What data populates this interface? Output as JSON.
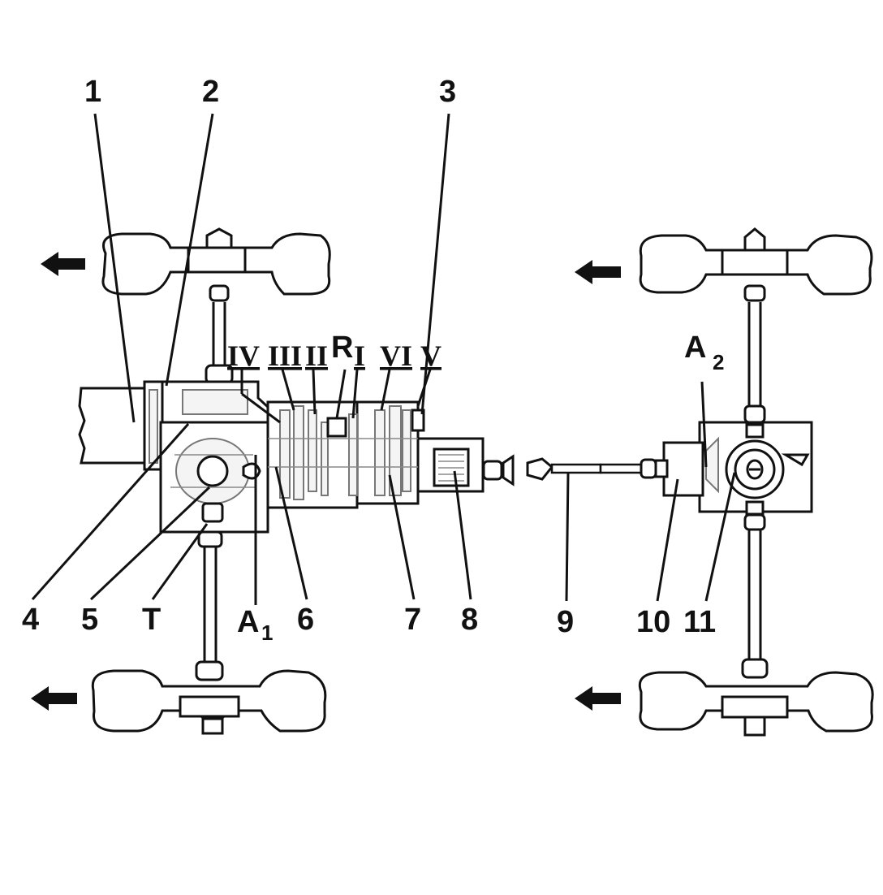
{
  "labels": {
    "l1": "1",
    "l2": "2",
    "l3": "3",
    "l4": "4",
    "l5": "5",
    "lT": "T",
    "lA1": "A",
    "lA1_sub": "1",
    "l6": "6",
    "l7": "7",
    "l8": "8",
    "l9": "9",
    "l10": "10",
    "l11": "11",
    "lA2": "A",
    "lA2_sub": "2"
  },
  "gears": {
    "g4": "IV",
    "g3": "III",
    "g2": "II",
    "gR": "R",
    "g1": "I",
    "g6": "VI",
    "g5": "V"
  },
  "colors": {
    "ink": "#111111",
    "arrow": "#111111"
  }
}
